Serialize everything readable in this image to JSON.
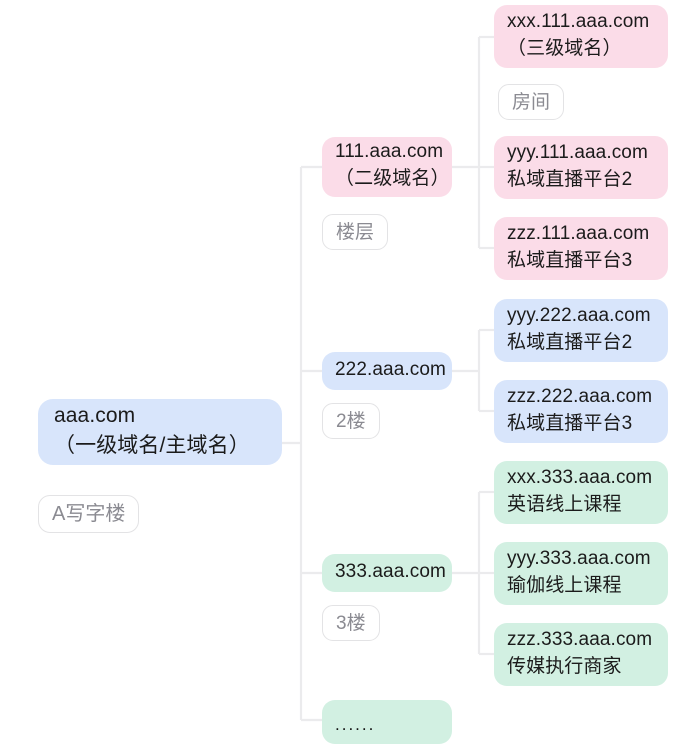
{
  "diagram": {
    "type": "mindmap-tree",
    "orientation": "left-to-right",
    "colors": {
      "pink": "#fbdce8",
      "blue": "#d8e5fb",
      "green": "#d2f0e2",
      "line": "#ebebed",
      "tag_border": "#e3e3e5",
      "tag_text": "#8b8b92",
      "node_text": "#1b1b1b",
      "background": "#ffffff"
    },
    "root": {
      "line1": "aaa.com",
      "line2": "（一级域名/主域名）",
      "tag": "A写字楼",
      "color": "blue"
    },
    "branches": [
      {
        "line1": "111.aaa.com",
        "line2": "（二级域名）",
        "tag": "楼层",
        "color": "pink",
        "children": [
          {
            "line1": "xxx.111.aaa.com",
            "line2": "（三级域名）",
            "tag": "房间",
            "color": "pink"
          },
          {
            "line1": "yyy.111.aaa.com",
            "line2": "私域直播平台2",
            "tag": "",
            "color": "pink"
          },
          {
            "line1": "zzz.111.aaa.com",
            "line2": "私域直播平台3",
            "tag": "",
            "color": "pink"
          }
        ]
      },
      {
        "line1": "222.aaa.com",
        "line2": "",
        "tag": "2楼",
        "color": "blue",
        "children": [
          {
            "line1": "yyy.222.aaa.com",
            "line2": "私域直播平台2",
            "tag": "",
            "color": "blue"
          },
          {
            "line1": "zzz.222.aaa.com",
            "line2": "私域直播平台3",
            "tag": "",
            "color": "blue"
          }
        ]
      },
      {
        "line1": "333.aaa.com",
        "line2": "",
        "tag": "3楼",
        "color": "green",
        "children": [
          {
            "line1": "xxx.333.aaa.com",
            "line2": "英语线上课程",
            "tag": "",
            "color": "green"
          },
          {
            "line1": "yyy.333.aaa.com",
            "line2": "瑜伽线上课程",
            "tag": "",
            "color": "green"
          },
          {
            "line1": "zzz.333.aaa.com",
            "line2": "传媒执行商家",
            "tag": "",
            "color": "green"
          }
        ]
      },
      {
        "line1": "......",
        "line2": "",
        "tag": "",
        "color": "green",
        "children": []
      }
    ]
  }
}
